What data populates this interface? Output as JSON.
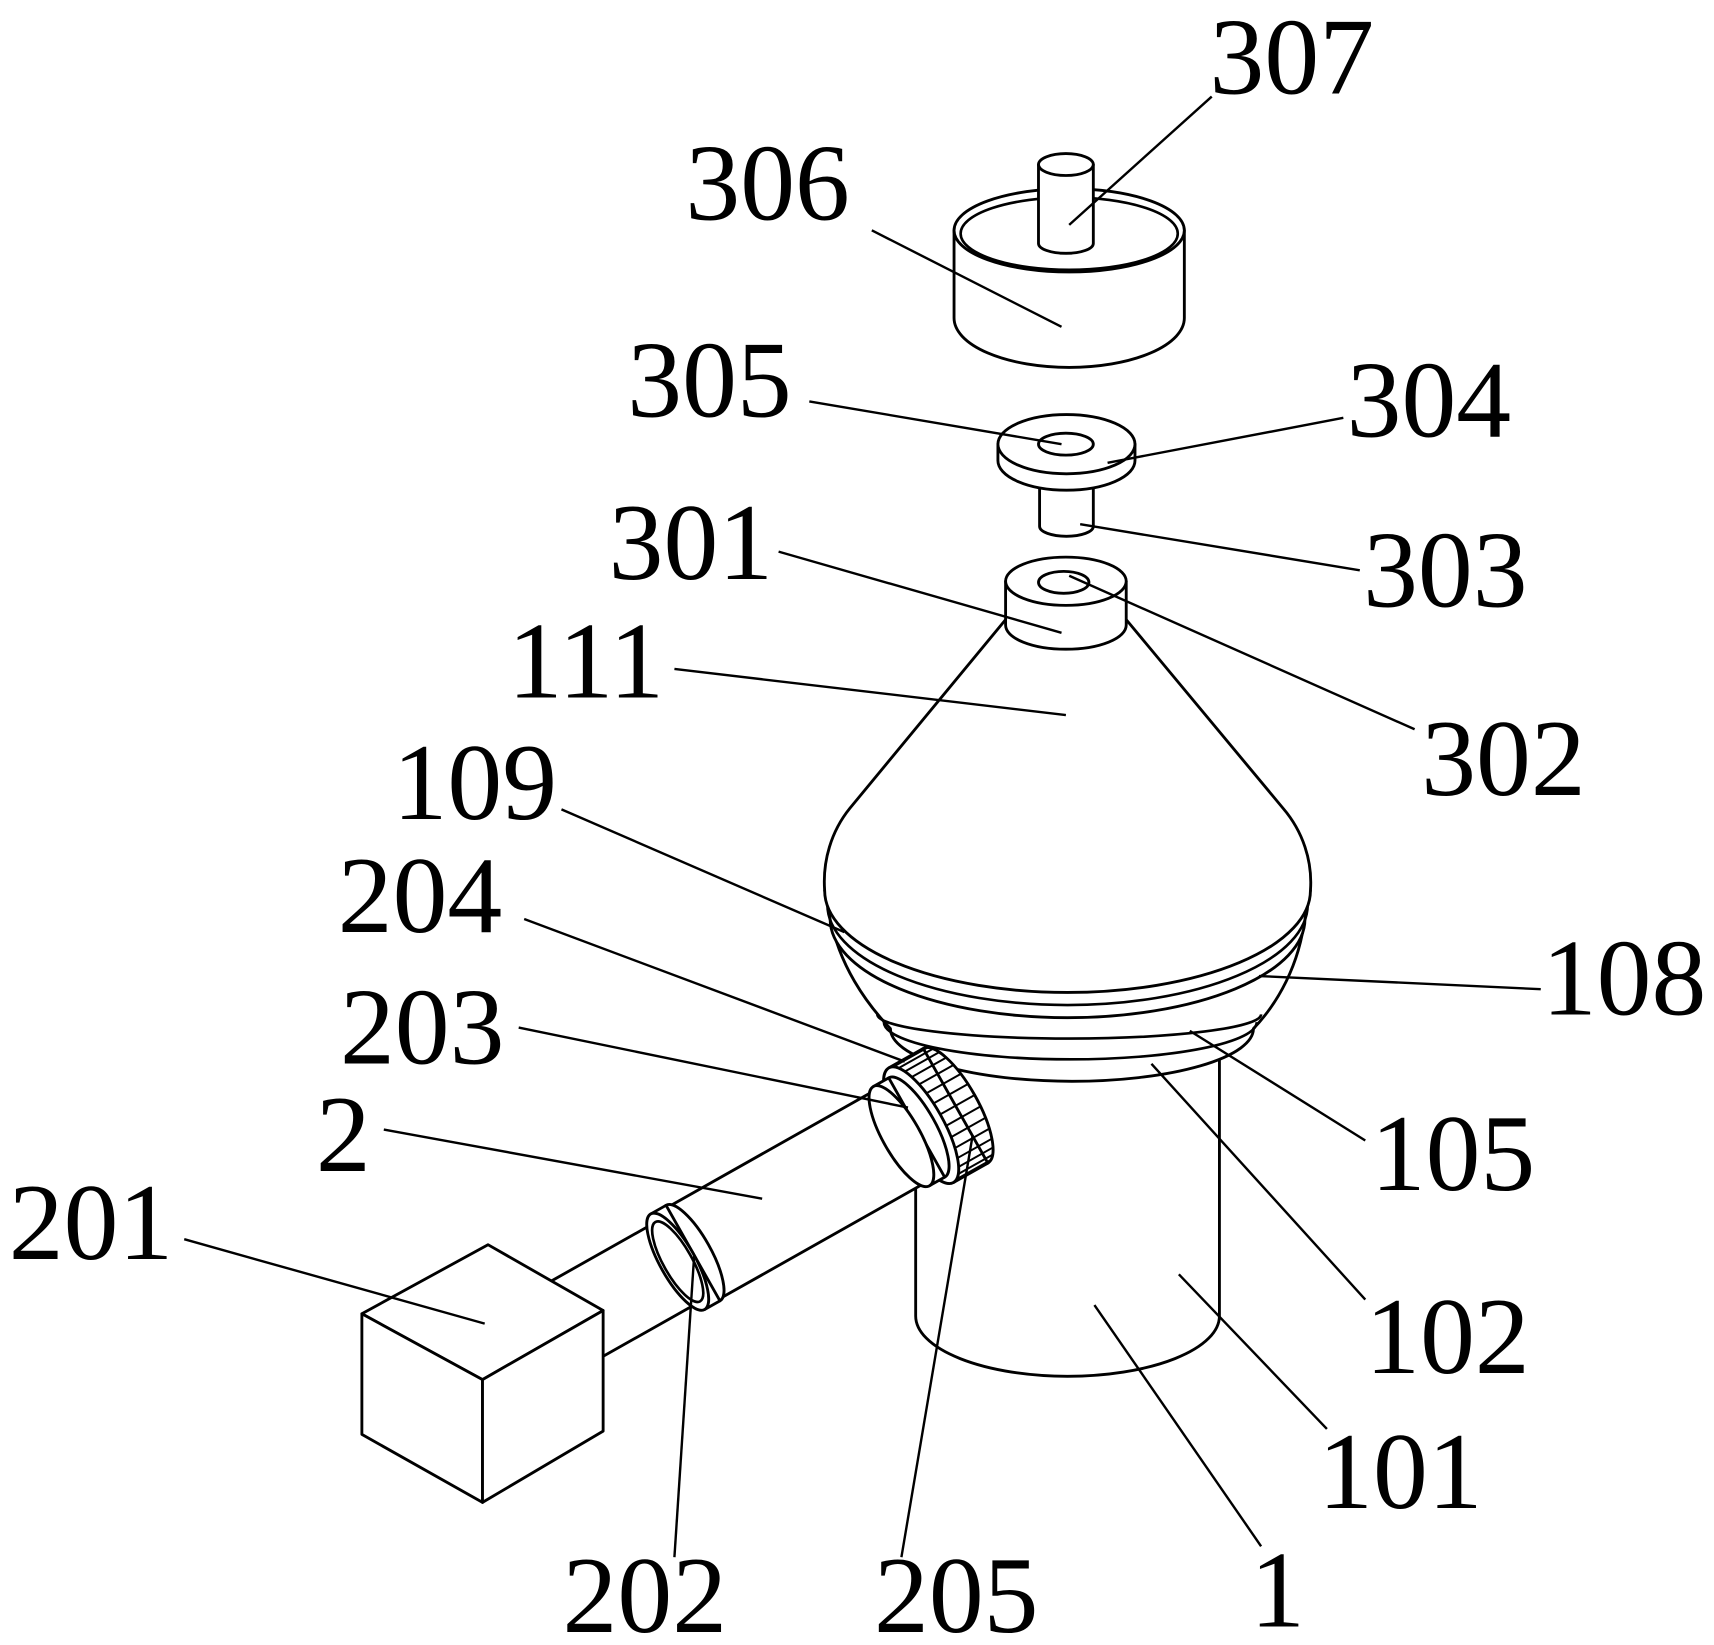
{
  "labels": {
    "p307": "307",
    "p306": "306",
    "p305": "305",
    "p304": "304",
    "p303": "303",
    "p302": "302",
    "p301": "301",
    "p111": "111",
    "p109": "109",
    "p108": "108",
    "p105": "105",
    "p102": "102",
    "p101": "101",
    "p1": "1",
    "p2": "2",
    "p201": "201",
    "p202": "202",
    "p203": "203",
    "p204": "204",
    "p205": "205"
  }
}
